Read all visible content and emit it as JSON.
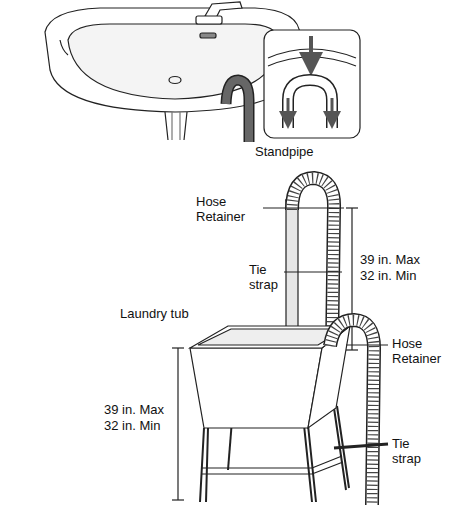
{
  "diagram": {
    "labels": [
      "Standpipe",
      "Hose Retainer",
      "Tie strap",
      "39 in. Max",
      "32 in. Min",
      "Laundry tub",
      "39 in. Max",
      "32 in. Min",
      "Hose Retainer",
      "Tie strap"
    ]
  }
}
